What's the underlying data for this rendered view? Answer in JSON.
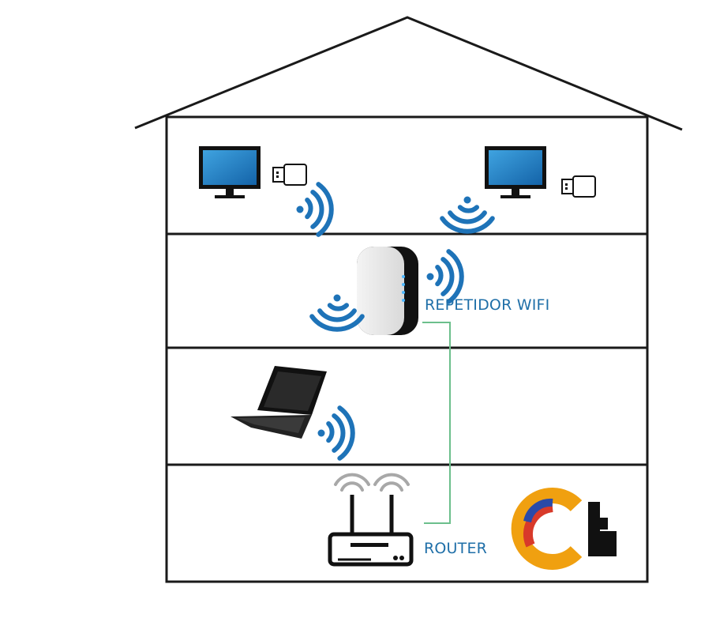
{
  "labels": {
    "repeater": "REPETIDOR WIFI",
    "router": "ROUTER"
  },
  "logo": {
    "text": "Ct"
  },
  "colors": {
    "outline": "#1a1a1a",
    "label_blue": "#1f6fa8",
    "wifi_blue": "#1e73b8",
    "screen_blue": "#1c7fc4",
    "cable_green": "#6cbf8c",
    "router_waves_gray": "#a8a8a8"
  },
  "icons": [
    "house-outline",
    "desktop-monitor-icon",
    "usb-wifi-adapter-icon",
    "wifi-signal-icon",
    "wifi-repeater-icon",
    "laptop-icon",
    "router-icon",
    "ct-logo"
  ]
}
